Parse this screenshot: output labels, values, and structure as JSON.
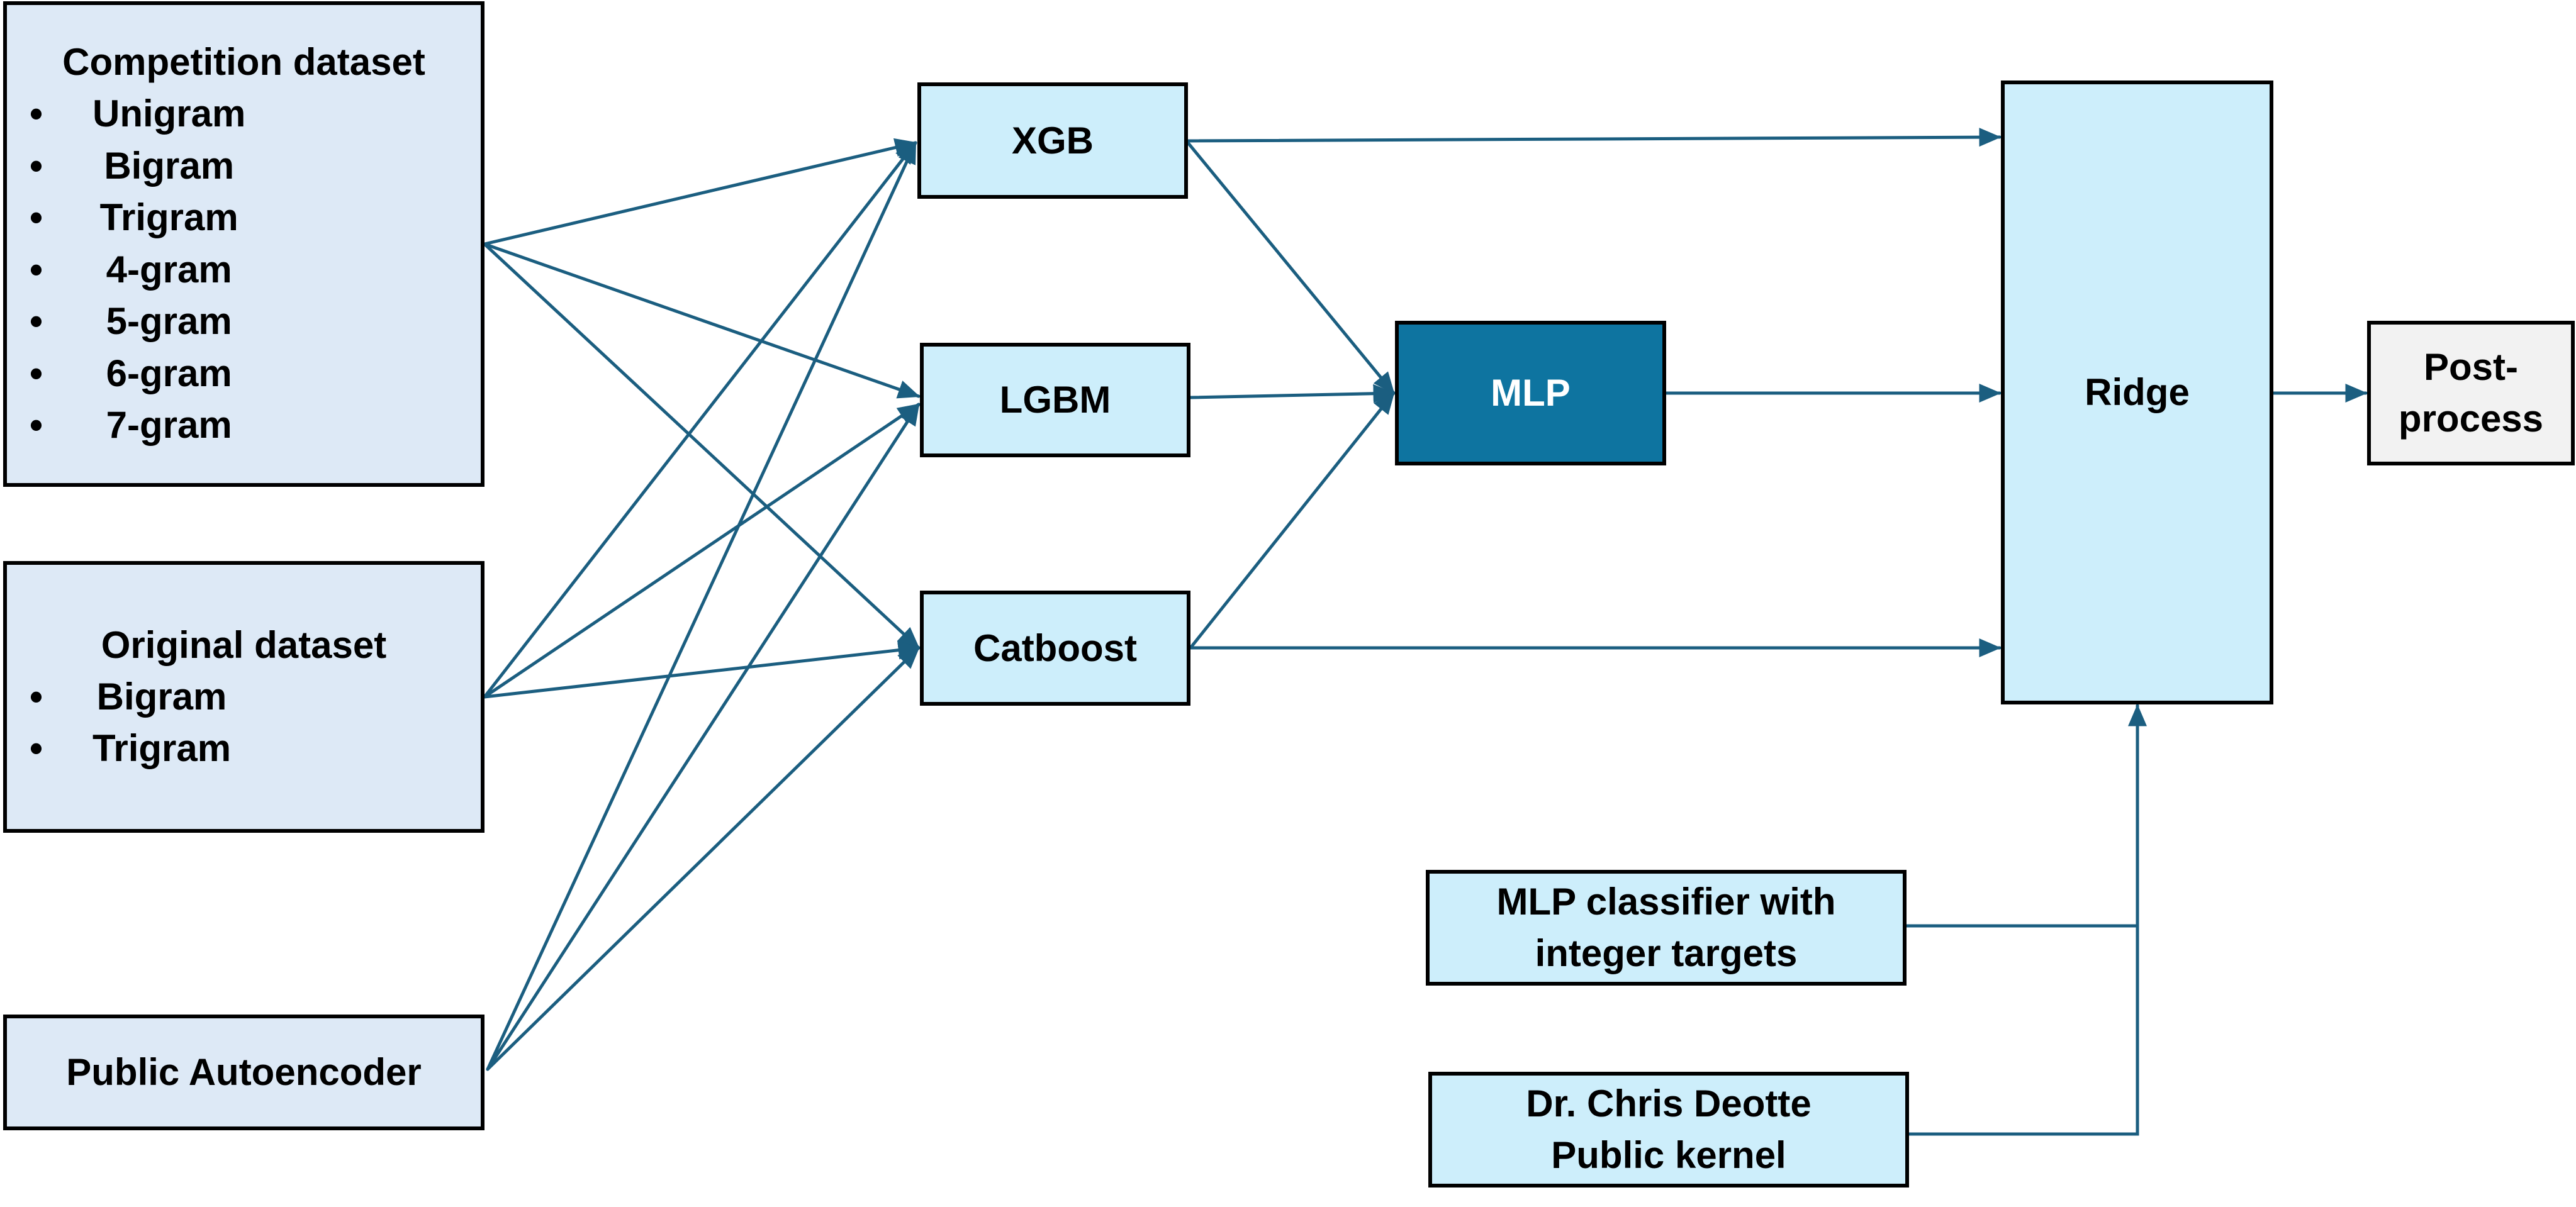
{
  "colors": {
    "source_box": "#dde9f6",
    "model_box": "#cdeefb",
    "mlp_box": "#0e74a0",
    "postprocess_box": "#f2f2f2",
    "connector": "#1b5e80",
    "border": "#000000"
  },
  "sources": {
    "competition": {
      "title": "Competition dataset",
      "items": [
        "Unigram",
        "Bigram",
        "Trigram",
        "4-gram",
        "5-gram",
        "6-gram",
        "7-gram"
      ]
    },
    "original": {
      "title": "Original dataset",
      "items": [
        "Bigram",
        "Trigram"
      ]
    },
    "autoencoder": {
      "title": "Public Autoencoder"
    }
  },
  "models": {
    "xgb": "XGB",
    "lgbm": "LGBM",
    "catboost": "Catboost"
  },
  "mlp": "MLP",
  "ridge": "Ridge",
  "postprocess": [
    "Post-",
    "process"
  ],
  "extra_models": {
    "mlp_classifier": [
      "MLP classifier with",
      "integer targets"
    ],
    "deotte": [
      "Dr. Chris Deotte",
      "Public kernel"
    ]
  }
}
